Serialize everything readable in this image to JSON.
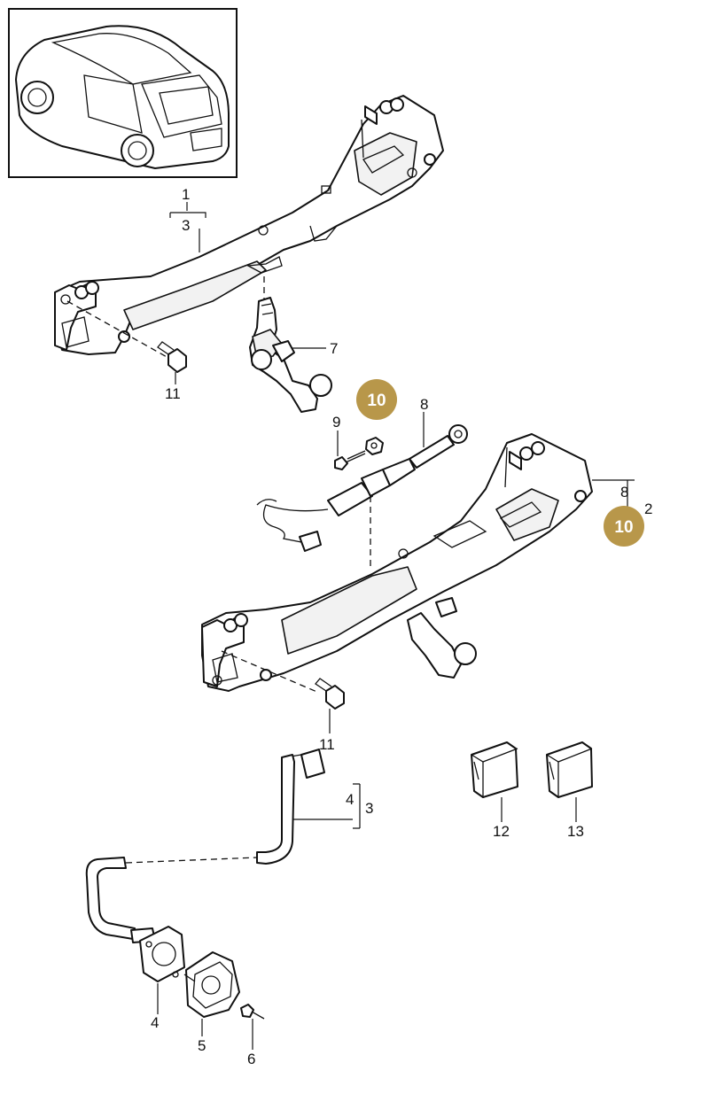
{
  "accent_color": "#b8974a",
  "callouts": {
    "c1": "1",
    "c3a": "3",
    "c7": "7",
    "c11a": "11",
    "c9": "9",
    "c8a": "8",
    "c10a": "10",
    "c8b": "8",
    "c2": "2",
    "c10b": "10",
    "c11b": "11",
    "c4a": "4",
    "c3b": "3",
    "c12": "12",
    "c13": "13",
    "c4b": "4",
    "c5": "5",
    "c6": "6"
  },
  "icons": {
    "vehicle": "suv-thumbnail-icon",
    "carrier": "tow-bar-carrier",
    "ball_neck": "detachable-ball-neck",
    "actuator": "electric-actuator",
    "wiring": "wiring-harness",
    "socket": "trailer-socket",
    "caps": "cover-cap"
  }
}
